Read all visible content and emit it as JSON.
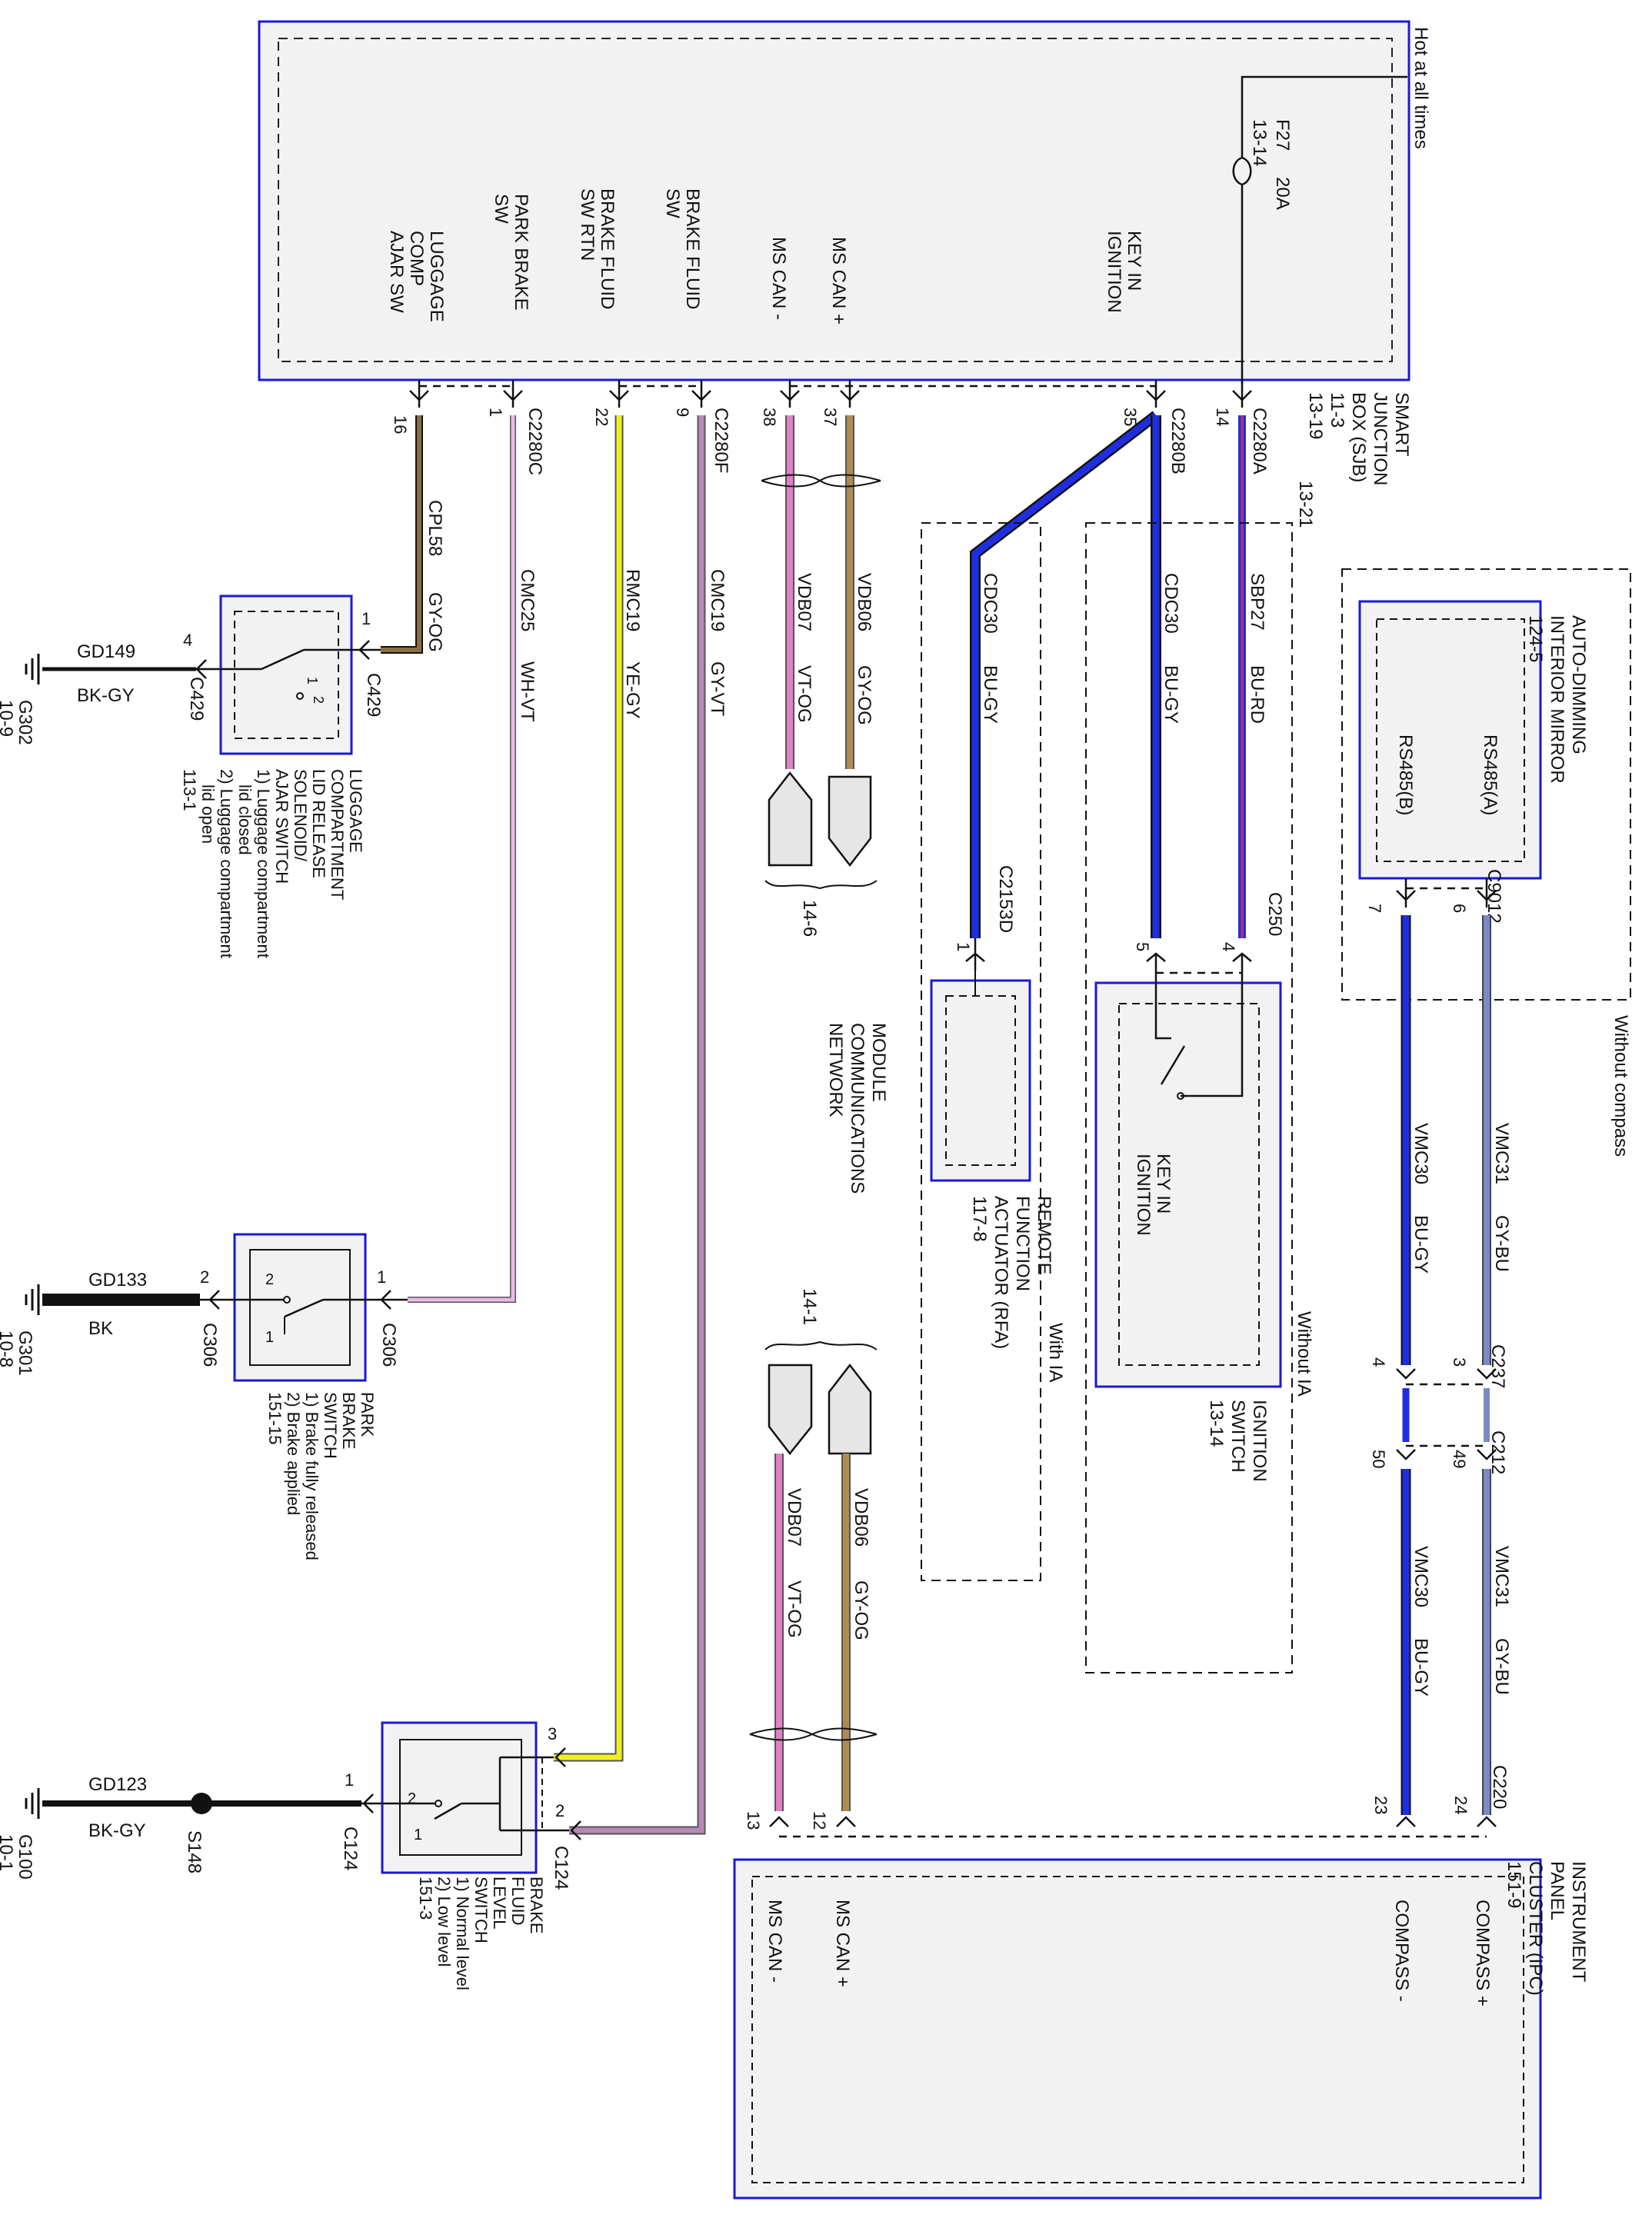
{
  "colors": {
    "blue_box": "#1a1ad6",
    "box_fill": "#f2f2f2",
    "wire_blue": "#1f2fe0",
    "wire_gray_blue": "#7a8ac8",
    "wire_brown": "#8a7040",
    "wire_pink": "#e27fc8",
    "wire_yellow": "#f0f020",
    "wire_gray_violet": "#b889b8",
    "wire_white_violet": "#e7b9e7",
    "wire_gray_orange": "#b08a50",
    "ground": "#111111"
  },
  "sjb": {
    "hot_label": "Hot at all times",
    "fuse_id": "F27",
    "fuse_rating": "20A",
    "fuse_ref": "13-14",
    "name_lines": [
      "SMART",
      "JUNCTION",
      "BOX (SJB)",
      "11-3",
      "13-19"
    ],
    "ref_13_21": "13-21",
    "pins": [
      {
        "id": "luggage",
        "text": [
          "LUGGAGE",
          "COMP",
          "AJAR SW"
        ],
        "num": "16"
      },
      {
        "id": "park",
        "text": [
          "PARK BRAKE",
          "SW"
        ],
        "num": "1"
      },
      {
        "id": "brake-rtn",
        "text": [
          "BRAKE FLUID",
          "SW RTN"
        ],
        "num": "22"
      },
      {
        "id": "brake-sw",
        "text": [
          "BRAKE FLUID",
          "SW"
        ],
        "num": "9"
      },
      {
        "id": "ms-can-minus",
        "text": [
          "MS CAN -"
        ],
        "num": "38"
      },
      {
        "id": "ms-can-plus",
        "text": [
          "MS CAN +"
        ],
        "num": "37"
      },
      {
        "id": "key-in",
        "text": [
          "KEY IN",
          "IGNITION"
        ],
        "num": "35"
      },
      {
        "id": "fuse-pin",
        "text": [],
        "num": "14"
      }
    ],
    "connectors": {
      "c": "C2280C",
      "f": "C2280F",
      "b": "C2280B",
      "a": "C2280A"
    }
  },
  "wires": {
    "cpl58": [
      "CPL58",
      "GY-OG"
    ],
    "cmc25": [
      "CMC25",
      "WH-VT"
    ],
    "rmc19": [
      "RMC19",
      "YE-GY"
    ],
    "cmc19": [
      "CMC19",
      "GY-VT"
    ],
    "vdb07_top": [
      "VDB07",
      "VT-OG"
    ],
    "vdb06_top": [
      "VDB06",
      "GY-OG"
    ],
    "cdc30_rfa": [
      "CDC30",
      "BU-GY"
    ],
    "cdc30_key": [
      "CDC30",
      "BU-GY"
    ],
    "sbp27": [
      "SBP27",
      "BU-RD"
    ],
    "vmc30_top": [
      "VMC30",
      "BU-GY"
    ],
    "vmc31_top": [
      "VMC31",
      "GY-BU"
    ],
    "vdb07_bot": [
      "VDB07",
      "VT-OG"
    ],
    "vdb06_bot": [
      "VDB06",
      "GY-OG"
    ],
    "vmc30_bot": [
      "VMC30",
      "BU-GY"
    ],
    "vmc31_bot": [
      "VMC31",
      "GY-BU"
    ]
  },
  "offpage": {
    "top": "14-6",
    "bottom": "14-1"
  },
  "mcn_lines": [
    "MODULE",
    "COMMUNICATIONS",
    "NETWORK"
  ],
  "mirror": {
    "name_lines": [
      "AUTO-DIMMING",
      "INTERIOR MIRROR",
      "124-5"
    ],
    "rs_a": "RS485(A)",
    "rs_b": "RS485(B)",
    "connector": "C9012",
    "pin_a": "6",
    "pin_b": "7",
    "note": "Without compass"
  },
  "c237": {
    "label": "C237",
    "pin_a": "3",
    "pin_b": "4"
  },
  "c212": {
    "label": "C212",
    "pin_a": "49",
    "pin_b": "50"
  },
  "ipc": {
    "name_lines": [
      "INSTRUMENT",
      "PANEL",
      "CLUSTER (IPC)",
      "151-9"
    ],
    "connector": "C220",
    "pins": {
      "compass_plus": "24",
      "compass_minus": "23",
      "ms_can_plus": "12",
      "ms_can_minus": "13"
    },
    "compass_plus": "COMPASS +",
    "compass_minus": "COMPASS -",
    "ms_can_plus": "MS CAN +",
    "ms_can_minus": "MS CAN -"
  },
  "rfa": {
    "connector": "C2153D",
    "pin": "1",
    "name_lines": [
      "REMOTE",
      "FUNCTION",
      "ACTUATOR (RFA)",
      "117-8"
    ],
    "note": "With IA"
  },
  "ignition": {
    "connector": "C250",
    "pin_a": "4",
    "pin_b": "5",
    "inner": [
      "KEY IN",
      "IGNITION"
    ],
    "name_lines": [
      "IGNITION",
      "SWITCH",
      "13-14"
    ],
    "note": "Without IA"
  },
  "luggage_switch": {
    "connector": "C429",
    "pin_in": "1",
    "pin_out": "4",
    "pos1": "1",
    "pos2": "2",
    "ground_wire": "GD149",
    "ground_color": "BK-GY",
    "ground_id": "G302",
    "ground_ref": "10-9",
    "name_lines": [
      "LUGGAGE",
      "COMPARTMENT",
      "LID RELEASE",
      "SOLENOID/",
      "AJAR SWITCH",
      "1) Luggage compartment",
      "lid closed",
      "2) Luggage compartment",
      "lid open",
      "113-1"
    ]
  },
  "park_switch": {
    "connector": "C306",
    "pin_in": "1",
    "pin_out": "2",
    "pos1": "1",
    "pos2": "2",
    "ground_wire": "GD133",
    "ground_color": "BK",
    "ground_id": "G301",
    "ground_ref": "10-8",
    "name_lines": [
      "PARK",
      "BRAKE",
      "SWITCH",
      "1) Brake fully released",
      "2) Brake applied",
      "151-15"
    ]
  },
  "brake_fluid_switch": {
    "connector": "C124",
    "pin_a": "3",
    "pin_b": "2",
    "pin_c": "1",
    "pos1": "1",
    "pos2": "2",
    "splice": "S148",
    "ground_wire": "GD123",
    "ground_color": "BK-GY",
    "ground_id": "G100",
    "ground_ref": "10-1",
    "name_lines": [
      "BRAKE",
      "FLUID",
      "LEVEL",
      "SWITCH",
      "1) Normal level",
      "2) Low level",
      "151-3"
    ]
  }
}
